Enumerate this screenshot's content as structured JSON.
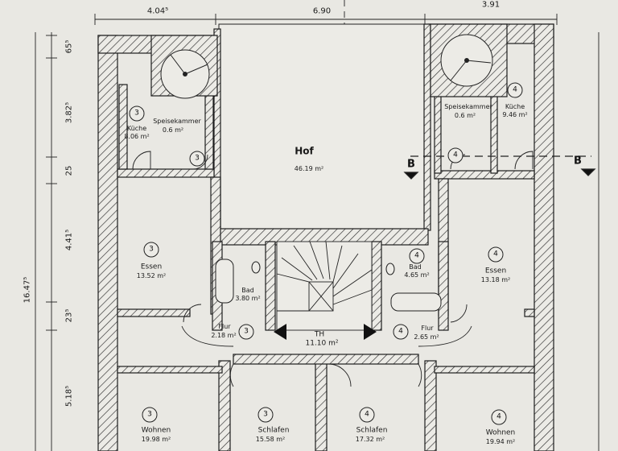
{
  "dimensions": {
    "top": [
      "4.04⁵",
      "6.90",
      "3.91"
    ],
    "left_total": "16.47⁵",
    "left_segments": [
      "65⁵",
      "3.82⁵",
      "25",
      "4.41⁵",
      "23⁵",
      "5.18⁵"
    ]
  },
  "section_marker": "B",
  "rooms": {
    "hof": {
      "name": "Hof",
      "area": "46.19 m²"
    },
    "speisekammer_left": {
      "name": "Speisekammer",
      "area": "0.6 m²",
      "unit": "3"
    },
    "kueche_left": {
      "name": "Küche",
      "area": "8.06 m²",
      "unit": "3"
    },
    "speisekammer_right": {
      "name": "Speisekammer",
      "area": "0.6 m²"
    },
    "kueche_right": {
      "name": "Küche",
      "area": "9.46 m²",
      "unit": "4"
    },
    "essen_left": {
      "name": "Essen",
      "area": "13.52 m²",
      "unit": "3"
    },
    "essen_right": {
      "name": "Essen",
      "area": "13.18 m²",
      "unit": "4"
    },
    "bad_left": {
      "name": "Bad",
      "area": "3.80 m²"
    },
    "bad_right": {
      "name": "Bad",
      "area": "4.65 m²",
      "unit": "4"
    },
    "flur_left": {
      "name": "Flur",
      "area": "2.18 m²",
      "unit": "3"
    },
    "flur_right": {
      "name": "Flur",
      "area": "2.65 m²",
      "unit": "4"
    },
    "th": {
      "name": "TH",
      "area": "11.10 m²"
    },
    "wohnen_left": {
      "name": "Wohnen",
      "area": "19.98 m²",
      "unit": "3"
    },
    "schlafen_left": {
      "name": "Schlafen",
      "area": "15.58 m²",
      "unit": "3"
    },
    "schlafen_right": {
      "name": "Schlafen",
      "area": "17.32 m²",
      "unit": "4"
    },
    "wohnen_right": {
      "name": "Wohnen",
      "area": "19.94 m²",
      "unit": "4"
    }
  },
  "small_unit_tags": {
    "wc_left": "3",
    "spk_right": "4"
  }
}
